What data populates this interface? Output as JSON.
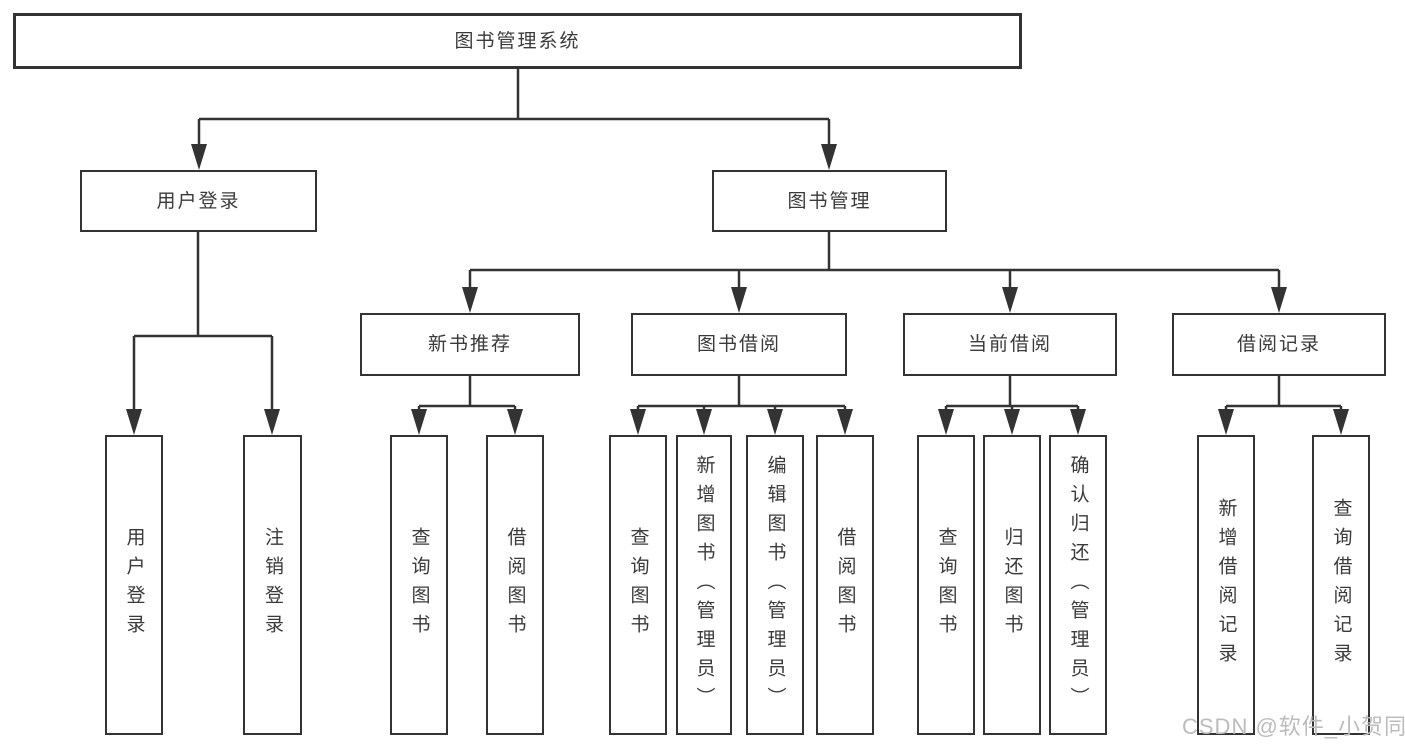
{
  "diagram": {
    "root": {
      "label": "图书管理系统"
    },
    "level2": [
      {
        "id": "user-login",
        "label": "用户登录"
      },
      {
        "id": "book-management",
        "label": "图书管理"
      }
    ],
    "level3": [
      {
        "id": "new-book-recommend",
        "label": "新书推荐"
      },
      {
        "id": "book-borrow",
        "label": "图书借阅"
      },
      {
        "id": "current-borrow",
        "label": "当前借阅"
      },
      {
        "id": "borrow-records",
        "label": "借阅记录"
      }
    ],
    "leaves": {
      "user_login": [
        {
          "label": "用户登录"
        },
        {
          "label": "注销登录"
        }
      ],
      "new_book_recommend": [
        {
          "label": "查询图书"
        },
        {
          "label": "借阅图书"
        }
      ],
      "book_borrow": [
        {
          "label": "查询图书"
        },
        {
          "label": "新增图书（管理员）"
        },
        {
          "label": "编辑图书（管理员）"
        },
        {
          "label": "借阅图书"
        }
      ],
      "current_borrow": [
        {
          "label": "查询图书"
        },
        {
          "label": "归还图书"
        },
        {
          "label": "确认归还（管理员）"
        }
      ],
      "borrow_records": [
        {
          "label": "新增借阅记录"
        },
        {
          "label": "查询借阅记录"
        }
      ]
    }
  },
  "watermark": {
    "text": "CSDN @软件_小贺同学"
  },
  "colors": {
    "line": "#333333",
    "text": "#3a3a3a",
    "box_bg": "#ffffff",
    "background": "#ffffff",
    "watermark": "#bcbcbc"
  }
}
